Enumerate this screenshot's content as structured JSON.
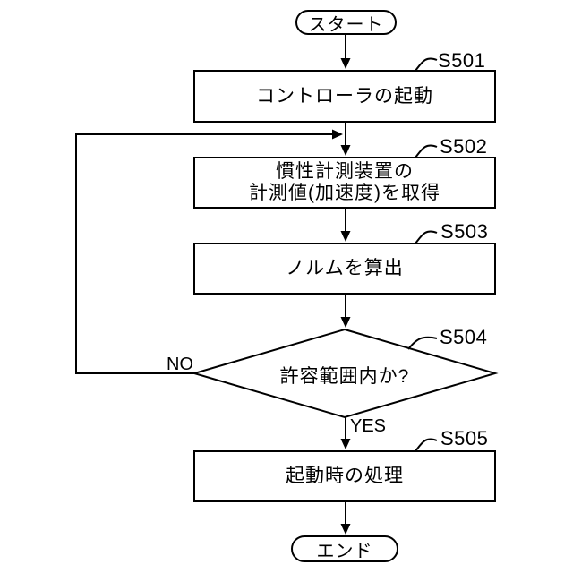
{
  "flowchart": {
    "colors": {
      "line": "#000000",
      "background": "#ffffff"
    },
    "start": {
      "label": "スタート"
    },
    "end": {
      "label": "エンド"
    },
    "steps": [
      {
        "id": "S501",
        "label": "コントローラの起動"
      },
      {
        "id": "S502",
        "line1": "慣性計測装置の",
        "line2": "計測値(加速度)を取得"
      },
      {
        "id": "S503",
        "label": "ノルムを算出"
      },
      {
        "id": "S504",
        "label": "許容範囲内か?",
        "branch_yes": "YES",
        "branch_no": "NO"
      },
      {
        "id": "S505",
        "label": "起動時の処理"
      }
    ]
  }
}
